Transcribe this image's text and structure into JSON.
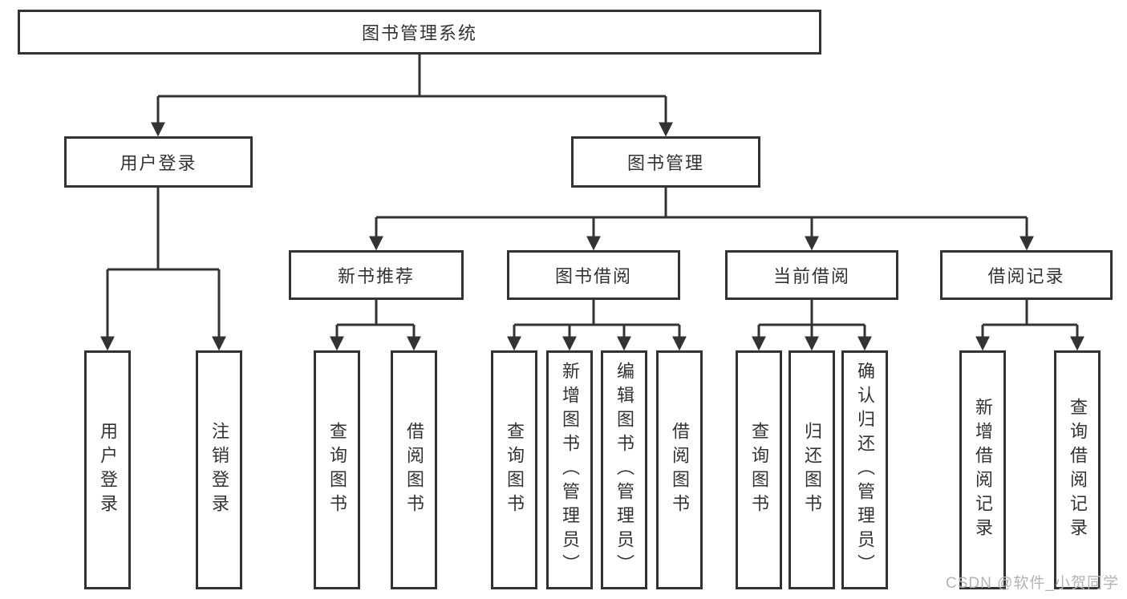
{
  "diagram_type": "hierarchy",
  "colors": {
    "line": "#333333",
    "box_border": "#333333",
    "box_fill": "#ffffff",
    "text": "#333333",
    "watermark": "#b3b3b3"
  },
  "tree": {
    "label": "图书管理系统",
    "children": [
      {
        "label": "用户登录",
        "children": [
          {
            "label": "用户登录"
          },
          {
            "label": "注销登录"
          }
        ]
      },
      {
        "label": "图书管理",
        "children": [
          {
            "label": "新书推荐",
            "children": [
              {
                "label": "查询图书"
              },
              {
                "label": "借阅图书"
              }
            ]
          },
          {
            "label": "图书借阅",
            "children": [
              {
                "label": "查询图书"
              },
              {
                "label": "新增图书（管理员）"
              },
              {
                "label": "编辑图书（管理员）"
              },
              {
                "label": "借阅图书"
              }
            ]
          },
          {
            "label": "当前借阅",
            "children": [
              {
                "label": "查询图书"
              },
              {
                "label": "归还图书"
              },
              {
                "label": "确认归还（管理员）"
              }
            ]
          },
          {
            "label": "借阅记录",
            "children": [
              {
                "label": "新增借阅记录"
              },
              {
                "label": "查询借阅记录"
              }
            ]
          }
        ]
      }
    ]
  },
  "watermark": {
    "text": "CSDN @软件_小贺同学"
  }
}
